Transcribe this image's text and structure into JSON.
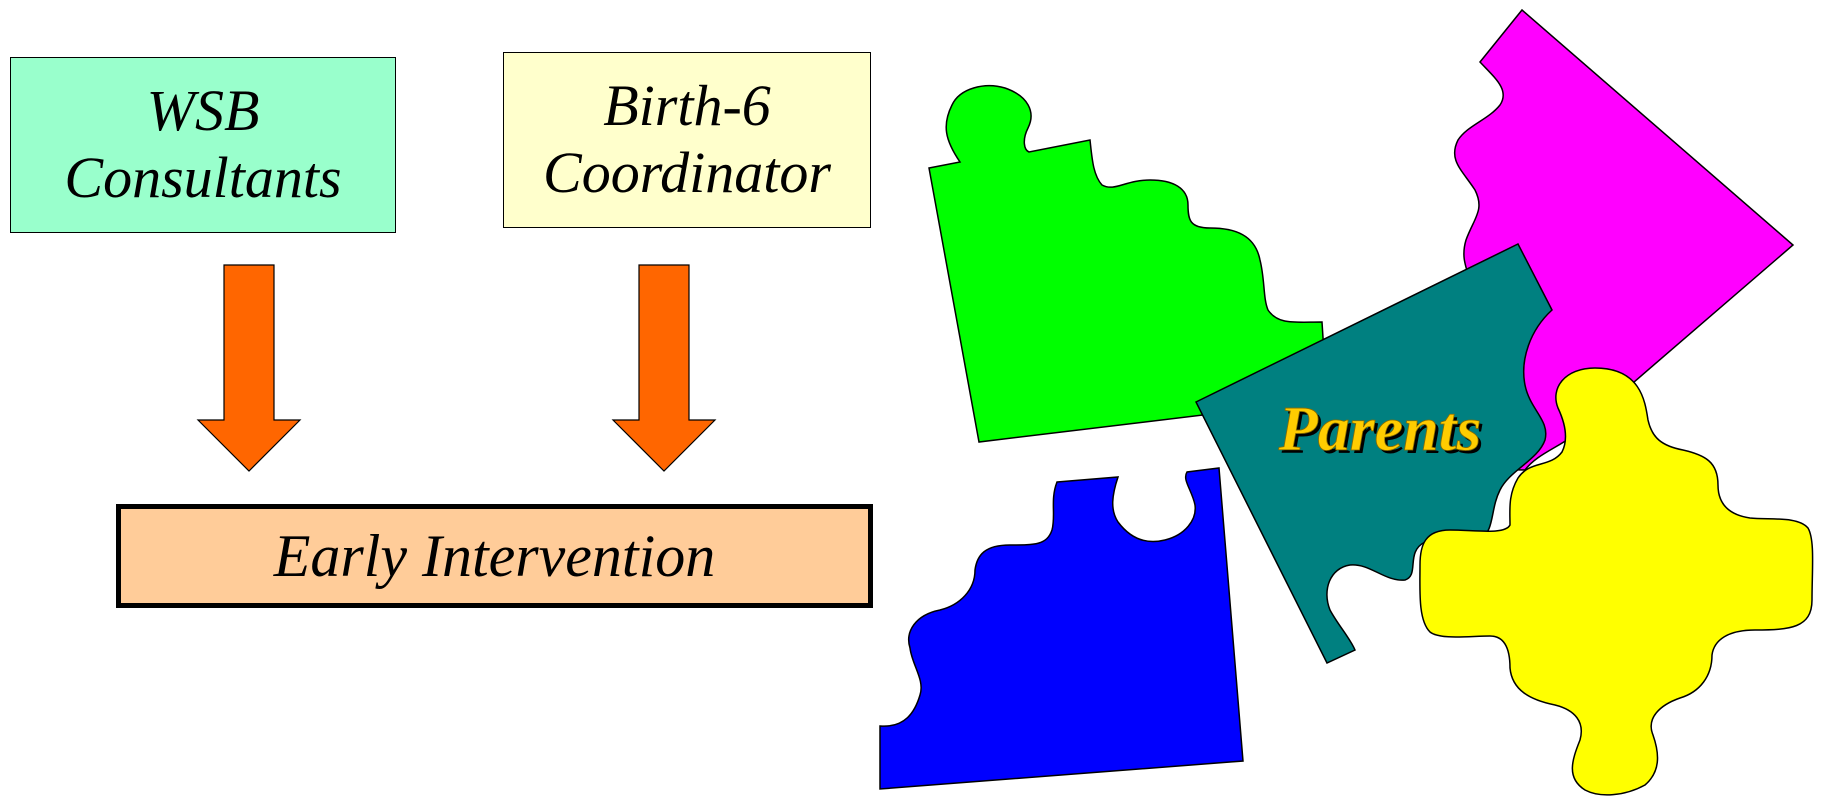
{
  "wsb": {
    "line1": "WSB",
    "line2": "Consultants",
    "color": "#99ffcc"
  },
  "birth6": {
    "line1": "Birth-6",
    "line2": "Coordinator",
    "color": "#ffffcc"
  },
  "early_intervention": {
    "label": "Early Intervention",
    "color": "#ffcc99"
  },
  "arrows": {
    "color": "#ff6600"
  },
  "puzzle": {
    "center_label": "Parents",
    "label_color": "#ffcc00",
    "pieces": [
      {
        "name": "green-piece",
        "color": "#00ff00"
      },
      {
        "name": "magenta-piece",
        "color": "#ff00ff"
      },
      {
        "name": "teal-piece",
        "color": "#008080"
      },
      {
        "name": "blue-piece",
        "color": "#0000ff"
      },
      {
        "name": "yellow-piece",
        "color": "#ffff00"
      }
    ]
  }
}
